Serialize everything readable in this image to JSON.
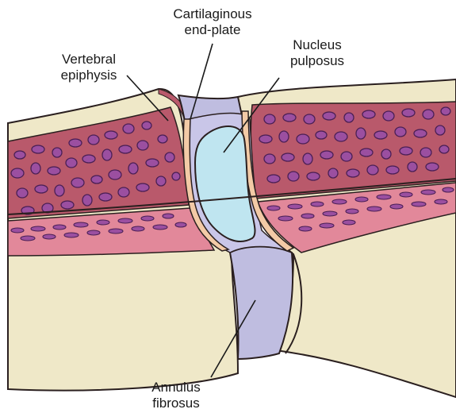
{
  "labels": {
    "cartilaginous_endplate": "Cartilaginous\nend-plate",
    "nucleus_pulposus": "Nucleus\npulposus",
    "vertebral_epiphysis": "Vertebral\nepiphysis",
    "annulus_fibrosus": "Annulus\nfibrosus"
  },
  "colors": {
    "cortical_bone": "#efe8c8",
    "cancellous_bone": "#b9596b",
    "trabeculae": "#9b4fa0",
    "growth_zone": "#e2889a",
    "disc_annulus": "#bfbde0",
    "nucleus": "#bfe5f0",
    "endplate": "#f3caa6",
    "outline": "#2a1f1f"
  }
}
